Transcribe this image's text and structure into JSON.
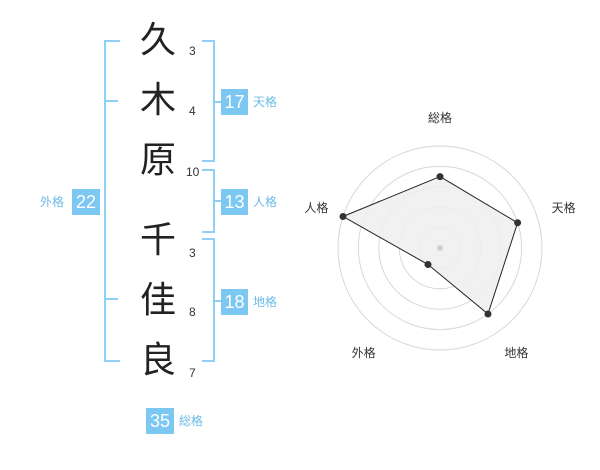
{
  "surname": [
    {
      "char": "久",
      "strokes": "3"
    },
    {
      "char": "木",
      "strokes": "4"
    },
    {
      "char": "原",
      "strokes": "10"
    }
  ],
  "given": [
    {
      "char": "千",
      "strokes": "3"
    },
    {
      "char": "佳",
      "strokes": "8"
    },
    {
      "char": "良",
      "strokes": "7"
    }
  ],
  "kaku": {
    "tenkaku": {
      "value": "17",
      "label": "天格"
    },
    "jinkaku": {
      "value": "13",
      "label": "人格"
    },
    "chikaku": {
      "value": "18",
      "label": "地格"
    },
    "gaikaku": {
      "value": "22",
      "label": "外格"
    },
    "soukaku": {
      "value": "35",
      "label": "総格"
    }
  },
  "colors": {
    "accent": "#7cc8f3",
    "bracket": "#8fd0f5",
    "radar_fill": "#efefef"
  },
  "chart_data": {
    "type": "radar",
    "axes": [
      "総格",
      "天格",
      "地格",
      "外格",
      "人格"
    ],
    "values": [
      0.7,
      0.8,
      0.8,
      0.2,
      1.0
    ],
    "rings": 5,
    "range": [
      0,
      1
    ]
  }
}
